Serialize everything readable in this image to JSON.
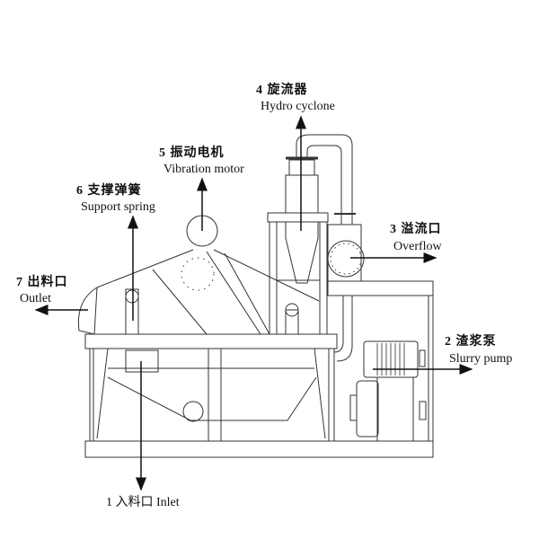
{
  "labels": {
    "hydro_cyclone": {
      "cn": "4 旋流器",
      "en": "Hydro cyclone"
    },
    "vibration_motor": {
      "cn": "5 振动电机",
      "en": "Vibration motor"
    },
    "support_spring": {
      "cn": "6 支撑弹簧",
      "en": "Support spring"
    },
    "overflow": {
      "cn": "3 溢流口",
      "en": "Overflow"
    },
    "outlet": {
      "cn": "7 出料口",
      "en": "Outlet"
    },
    "slurry_pump": {
      "cn": "2 渣浆泵",
      "en": "Slurry pump"
    },
    "inlet": {
      "text": "1 入料口 Inlet"
    }
  },
  "colors": {
    "line": "#222222",
    "background": "#ffffff"
  }
}
